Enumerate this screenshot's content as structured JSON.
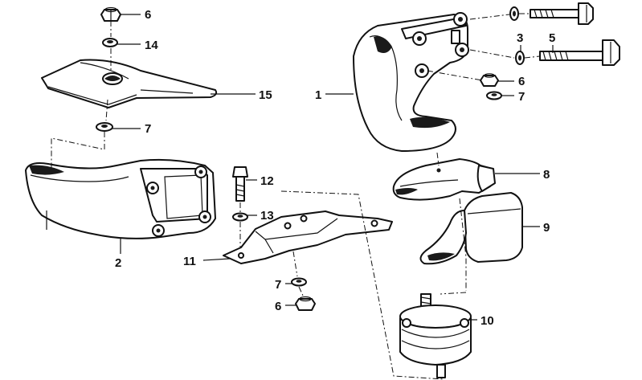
{
  "callouts": [
    {
      "id": "c1",
      "label": "1"
    },
    {
      "id": "c2",
      "label": "2"
    },
    {
      "id": "c3",
      "label": "3"
    },
    {
      "id": "c5",
      "label": "5"
    },
    {
      "id": "c6a",
      "label": "6"
    },
    {
      "id": "c6b",
      "label": "6"
    },
    {
      "id": "c6c",
      "label": "6"
    },
    {
      "id": "c7a",
      "label": "7"
    },
    {
      "id": "c7b",
      "label": "7"
    },
    {
      "id": "c7c",
      "label": "7"
    },
    {
      "id": "c8",
      "label": "8"
    },
    {
      "id": "c9",
      "label": "9"
    },
    {
      "id": "c10",
      "label": "10"
    },
    {
      "id": "c11",
      "label": "11"
    },
    {
      "id": "c12",
      "label": "12"
    },
    {
      "id": "c13",
      "label": "13"
    },
    {
      "id": "c14",
      "label": "14"
    },
    {
      "id": "c15",
      "label": "15"
    }
  ]
}
